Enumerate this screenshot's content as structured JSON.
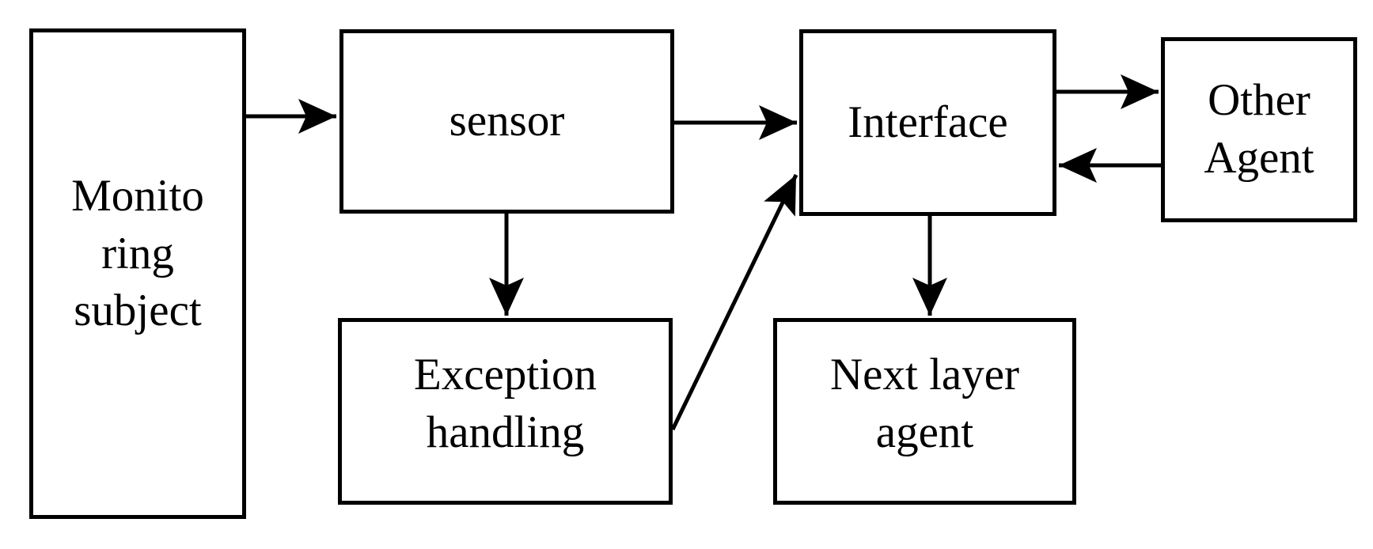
{
  "diagram": {
    "background_color": "#ffffff",
    "box_fill_color": "#ffffff",
    "box_border_color": "#000000",
    "arrow_color": "#000000",
    "text_color": "#000000",
    "nodes": {
      "monitoring_subject": {
        "label": "Monito\nring\nsubject"
      },
      "sensor": {
        "label": "sensor"
      },
      "interface": {
        "label": "Interface"
      },
      "other_agent": {
        "label": "Other\nAgent"
      },
      "exception_handling": {
        "label": "Exception\nhandling"
      },
      "next_layer_agent": {
        "label": "Next layer\nagent"
      }
    },
    "edges": [
      {
        "from": "Monitoring subject",
        "to": "sensor",
        "direction": "right"
      },
      {
        "from": "sensor",
        "to": "Interface",
        "direction": "right"
      },
      {
        "from": "sensor",
        "to": "Exception handling",
        "direction": "down"
      },
      {
        "from": "Exception handling",
        "to": "Interface",
        "direction": "diagonal-up-right"
      },
      {
        "from": "Interface",
        "to": "Other Agent",
        "direction": "right"
      },
      {
        "from": "Other Agent",
        "to": "Interface",
        "direction": "left"
      },
      {
        "from": "Interface",
        "to": "Next layer agent",
        "direction": "down"
      }
    ]
  }
}
